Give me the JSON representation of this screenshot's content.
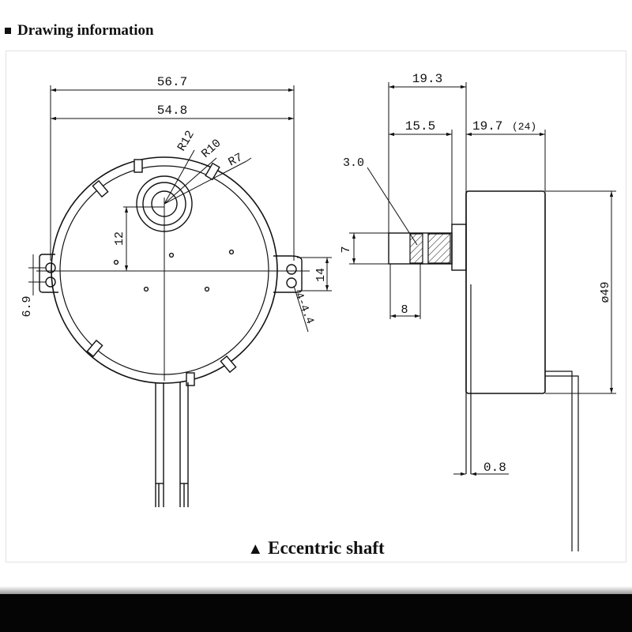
{
  "header": {
    "title": "Drawing information"
  },
  "caption": {
    "symbol": "▲",
    "text": "Eccentric shaft"
  },
  "front_view": {
    "dim_overall_width": "56.7",
    "dim_body_width": "54.8",
    "radius_r12": "R12",
    "radius_r10": "R10",
    "radius_r7": "R7",
    "dim_shaft_offset": "12",
    "dim_mount_height": "14",
    "dim_left_hole": "6.9",
    "dim_hole_dia": "4-4.4"
  },
  "side_view": {
    "dim_total_depth": "19.3",
    "dim_shaft_length": "15.5",
    "dim_body_depth": "19.7",
    "dim_body_depth_alt": "(24)",
    "dim_flat": "3.0",
    "dim_shaft_dia": "7",
    "dim_flat_len": "8",
    "dim_diameter": "ø49",
    "dim_plate": "0.8"
  }
}
